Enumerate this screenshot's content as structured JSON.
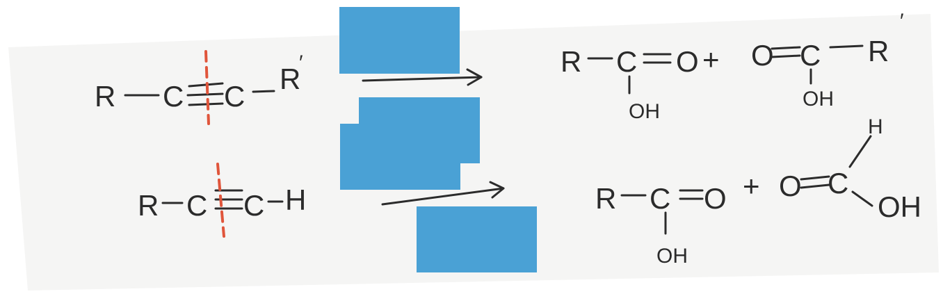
{
  "colors": {
    "paper": "#f5f5f4",
    "ink": "#2b2b2b",
    "cleavage_mark": "#e0553b",
    "redaction": "#4aa1d5"
  },
  "reaction1": {
    "reactant": {
      "r_left": "R",
      "c1": "C",
      "c2": "C",
      "r_right": "R",
      "prime": "′"
    },
    "product_a": {
      "r": "R",
      "c": "C",
      "o": "O",
      "oh": "OH"
    },
    "plus": "+",
    "product_b": {
      "o": "O",
      "c": "C",
      "r": "R",
      "prime": "′",
      "oh": "OH"
    }
  },
  "reaction2": {
    "reactant": {
      "r": "R",
      "c1": "C",
      "c2": "C",
      "h": "H"
    },
    "product_a": {
      "r": "R",
      "c": "C",
      "o": "O",
      "oh": "OH"
    },
    "plus": "+",
    "product_b": {
      "o": "O",
      "c": "C",
      "h": "H",
      "oh": "OH"
    }
  }
}
